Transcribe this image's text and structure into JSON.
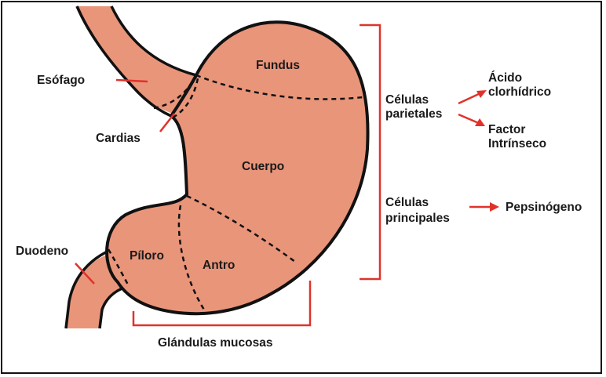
{
  "colors": {
    "stomach_fill": "#E9957A",
    "outline": "#111111",
    "annotation": "#E0322B",
    "text": "#1a1a1a",
    "background": "#ffffff"
  },
  "regions": {
    "fundus": "Fundus",
    "cuerpo": "Cuerpo",
    "antro": "Antro",
    "piloro": "Píloro"
  },
  "labels": {
    "esofago": "Esófago",
    "cardias": "Cardias",
    "duodeno": "Duodeno",
    "glandulas": "Glándulas mucosas"
  },
  "cells": {
    "parietales": [
      "Células",
      "parietales"
    ],
    "principales": [
      "Células",
      "principales"
    ]
  },
  "products": {
    "acido": [
      "Ácido",
      "clorhídrico"
    ],
    "factor": [
      "Factor",
      "Intrínseco"
    ],
    "pepsinogeno": "Pepsinógeno"
  }
}
